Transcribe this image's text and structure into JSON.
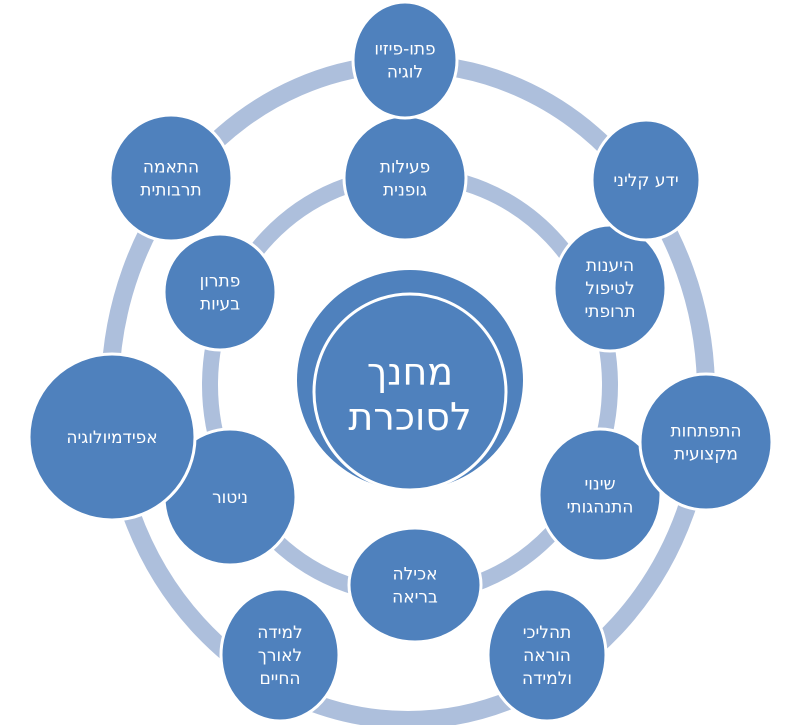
{
  "colors": {
    "node": "#4f81bd",
    "ring": "#adbfdc",
    "border": "#ffffff"
  },
  "center": {
    "lines": [
      "מחנך",
      "לסוכרת"
    ]
  },
  "outer_ring": [
    {
      "id": "pathophysiology",
      "lines": [
        "פתו-פיזיו",
        "לוגיה"
      ]
    },
    {
      "id": "clinical-knowledge",
      "lines": [
        "ידע קליני"
      ]
    },
    {
      "id": "professional-development",
      "lines": [
        "התפתחות",
        "מקצועית"
      ]
    },
    {
      "id": "teaching-learning",
      "lines": [
        "תהליכי",
        "הוראה",
        "ולמידה"
      ]
    },
    {
      "id": "lifelong-learning",
      "lines": [
        "למידה",
        "לאורך",
        "החיים"
      ]
    },
    {
      "id": "epidemiology",
      "lines": [
        "אפידמיולוגיה"
      ]
    },
    {
      "id": "cultural-adaptation",
      "lines": [
        "התאמה",
        "תרבותית"
      ]
    }
  ],
  "inner_ring": [
    {
      "id": "physical-activity",
      "lines": [
        "פעילות",
        "גופנית"
      ]
    },
    {
      "id": "medication-adherence",
      "lines": [
        "היענות",
        "לטיפול",
        "תרופתי"
      ]
    },
    {
      "id": "behavior-change",
      "lines": [
        "שינוי",
        "התנהגותי"
      ]
    },
    {
      "id": "healthy-eating",
      "lines": [
        "אכילה",
        "בריאה"
      ]
    },
    {
      "id": "monitoring",
      "lines": [
        "ניטור"
      ]
    },
    {
      "id": "problem-solving",
      "lines": [
        "פתרון",
        "בעיות"
      ]
    }
  ]
}
